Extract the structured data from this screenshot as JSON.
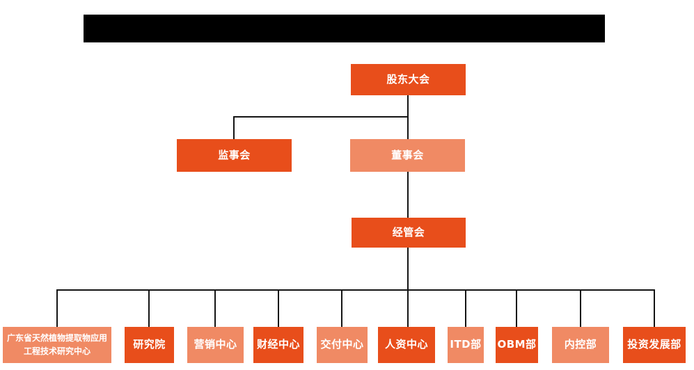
{
  "colors": {
    "primary": "#E84E1B",
    "secondary": "#F08A64",
    "line": "#141414",
    "node_text": "#FFFFFF",
    "redacted": "#000000",
    "background": "#FFFFFF"
  },
  "org": {
    "shareholders": {
      "label": "股东大会"
    },
    "supervisory": {
      "label": "监事会"
    },
    "board": {
      "label": "董事会"
    },
    "management": {
      "label": "经管会"
    },
    "departments": [
      {
        "label": "广东省天然植物提取物应用工程技术研究中心"
      },
      {
        "label": "研究院"
      },
      {
        "label": "营销中心"
      },
      {
        "label": "财经中心"
      },
      {
        "label": "交付中心"
      },
      {
        "label": "人资中心"
      },
      {
        "label": "ITD部"
      },
      {
        "label": "OBM部"
      },
      {
        "label": "内控部"
      },
      {
        "label": "投资发展部"
      }
    ]
  }
}
